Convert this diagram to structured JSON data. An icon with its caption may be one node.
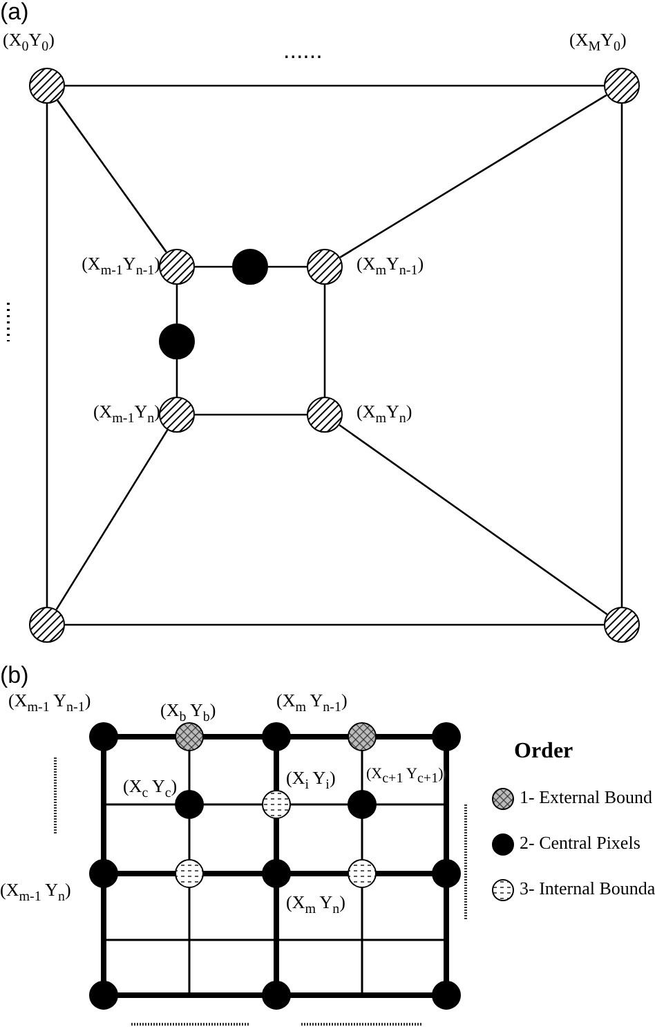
{
  "diagram": {
    "nodes": [
      {
        "text": [],
        "shape": "circle",
        "beside": [
          "(X$_{0}$Y$_{0}$)"
        ]
      },
      {
        "text": [],
        "shape": "circle",
        "beside": [
          "(X$_{M}$Y$_{0}$)"
        ]
      },
      {
        "text": [],
        "shape": "circle",
        "beside": [
          "(X$_{m-1}$Y$_{n-1}$)"
        ]
      },
      {
        "text": [],
        "shape": "circle"
      },
      {
        "text": [],
        "shape": "circle",
        "beside": [
          "(X$_{m}$Y$_{n-1}$)"
        ]
      },
      {
        "text": [],
        "shape": "circle"
      },
      {
        "text": [],
        "shape": "circle",
        "beside": [
          "(X$_{m-1}$Y$_{n}$)"
        ]
      },
      {
        "text": [],
        "shape": "circle",
        "beside": [
          "(X$_{m}$Y$_{n}$)"
        ]
      },
      {
        "text": [],
        "shape": "circle"
      },
      {
        "text": [],
        "shape": "circle"
      }
    ],
    "edges": [
      {
        "from": 0,
        "to": 1,
        "arrow": "none"
      },
      {
        "from": 0,
        "to": 2,
        "arrow": "none"
      },
      {
        "from": 0,
        "to": 8,
        "arrow": "none"
      },
      {
        "from": 1,
        "to": 4,
        "arrow": "none"
      },
      {
        "from": 1,
        "to": 9,
        "arrow": "none"
      },
      {
        "from": 2,
        "to": 3,
        "arrow": "none"
      },
      {
        "from": 3,
        "to": 4,
        "arrow": "none"
      },
      {
        "from": 2,
        "to": 5,
        "arrow": "none"
      },
      {
        "from": 5,
        "to": 6,
        "arrow": "none"
      },
      {
        "from": 4,
        "to": 7,
        "arrow": "none"
      },
      {
        "from": 6,
        "to": 7,
        "arrow": "none"
      },
      {
        "from": 6,
        "to": 8,
        "arrow": "none"
      },
      {
        "from": 7,
        "to": 9,
        "arrow": "none"
      },
      {
        "from": 8,
        "to": 9,
        "arrow": "none"
      }
    ],
    "labels": [
      "(a)",
      "......",
      "(b)",
      "(X$_{m-1}$ Y$_{n-1}$)",
      "(X$_{m}$ Y$_{n-1}$)",
      "(X$_{b}$ Y$_{b}$)",
      "Order",
      "(X$_{c}$ Y$_{c}$)",
      "(X$_{i}$ Y$_{i}$)",
      "(X$_{c+1}$ Y$_{c+1}$)",
      "(X$_{m-1}$ Y$_{n}$)",
      "(X$_{m}$ Y$_{n}$)"
    ],
    "legend": [
      {
        "text": "1- External Bound"
      },
      {
        "text": "2- Central Pixels"
      },
      {
        "text": "3- Internal Bounda"
      }
    ]
  }
}
